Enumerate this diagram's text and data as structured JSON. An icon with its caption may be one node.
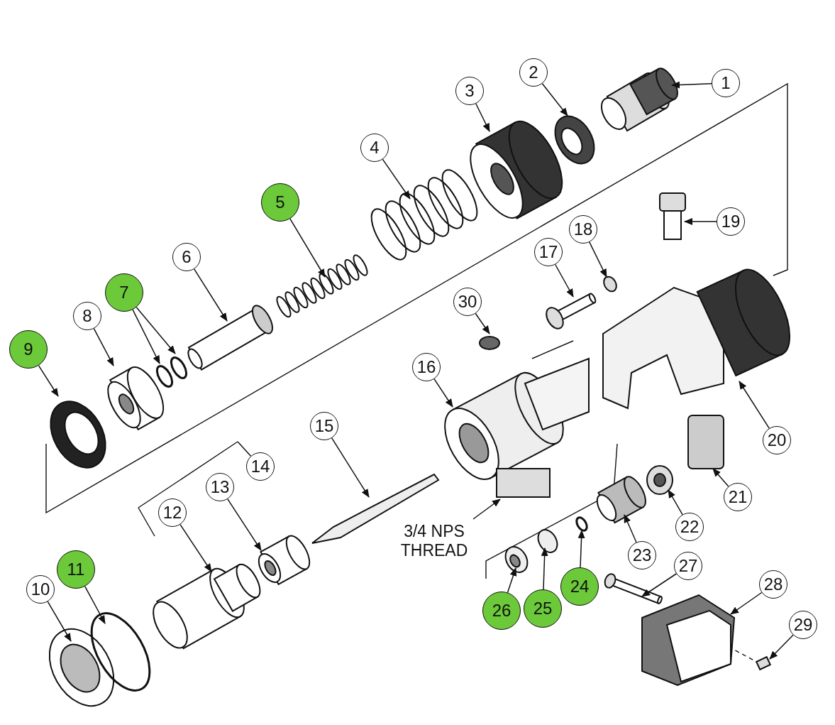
{
  "diagram": {
    "nodes": [
      {
        "text": [
          "1"
        ]
      },
      {
        "text": [
          "2"
        ]
      },
      {
        "text": [
          "3"
        ]
      },
      {
        "text": [
          "4"
        ]
      },
      {
        "text": [
          "5"
        ]
      },
      {
        "text": [
          "6"
        ]
      },
      {
        "text": [
          "7"
        ]
      },
      {
        "text": [
          "8"
        ]
      },
      {
        "text": [
          "9"
        ]
      },
      {
        "text": [
          "10"
        ]
      },
      {
        "text": [
          "11"
        ]
      },
      {
        "text": [
          "12"
        ]
      },
      {
        "text": [
          "13"
        ]
      },
      {
        "text": [
          "14"
        ]
      },
      {
        "text": [
          "15"
        ]
      },
      {
        "text": [
          "16"
        ]
      },
      {
        "text": [
          "17"
        ]
      },
      {
        "text": [
          "18"
        ]
      },
      {
        "text": [
          "19"
        ]
      },
      {
        "text": [
          "20"
        ]
      },
      {
        "text": [
          "21"
        ]
      },
      {
        "text": [
          "22"
        ]
      },
      {
        "text": [
          "23"
        ]
      },
      {
        "text": [
          "24"
        ]
      },
      {
        "text": [
          "25"
        ]
      },
      {
        "text": [
          "26"
        ]
      },
      {
        "text": [
          "27"
        ]
      },
      {
        "text": [
          "28"
        ]
      },
      {
        "text": [
          "29"
        ]
      },
      {
        "text": [
          "30"
        ]
      },
      {
        "text": [
          "3/4 NPS THREAD"
        ]
      }
    ],
    "edges": [
      {
        "from": 0,
        "to": null,
        "arrow": "to"
      },
      {
        "from": 1,
        "to": null,
        "arrow": "to"
      },
      {
        "from": 2,
        "to": null,
        "arrow": "to"
      },
      {
        "from": 3,
        "to": null,
        "arrow": "to"
      },
      {
        "from": 4,
        "to": null,
        "arrow": "to"
      },
      {
        "from": 5,
        "to": null,
        "arrow": "to"
      },
      {
        "from": 6,
        "to": null,
        "arrow": "to"
      },
      {
        "from": 6,
        "to": null,
        "arrow": "to"
      },
      {
        "from": 7,
        "to": null,
        "arrow": "to"
      },
      {
        "from": 8,
        "to": null,
        "arrow": "to"
      },
      {
        "from": 9,
        "to": null,
        "arrow": "to"
      },
      {
        "from": 10,
        "to": null,
        "arrow": "to"
      },
      {
        "from": 11,
        "to": null,
        "arrow": "to"
      },
      {
        "from": 12,
        "to": null,
        "arrow": "to"
      },
      {
        "from": 13,
        "to": null,
        "arrow": "none"
      },
      {
        "from": 14,
        "to": null,
        "arrow": "to"
      },
      {
        "from": 15,
        "to": null,
        "arrow": "to"
      },
      {
        "from": 16,
        "to": null,
        "arrow": "to"
      },
      {
        "from": 17,
        "to": null,
        "arrow": "to"
      },
      {
        "from": 18,
        "to": null,
        "arrow": "to"
      },
      {
        "from": 19,
        "to": null,
        "arrow": "to"
      },
      {
        "from": 20,
        "to": null,
        "arrow": "to"
      },
      {
        "from": 21,
        "to": null,
        "arrow": "to"
      },
      {
        "from": 22,
        "to": null,
        "arrow": "to"
      },
      {
        "from": 23,
        "to": null,
        "arrow": "to"
      },
      {
        "from": 24,
        "to": null,
        "arrow": "to"
      },
      {
        "from": 25,
        "to": null,
        "arrow": "to"
      },
      {
        "from": 26,
        "to": null,
        "arrow": "to"
      },
      {
        "from": 27,
        "to": null,
        "arrow": "to"
      },
      {
        "from": 28,
        "to": null,
        "arrow": "to"
      },
      {
        "from": 29,
        "to": null,
        "arrow": "to"
      },
      {
        "from": 30,
        "to": null,
        "arrow": "to"
      }
    ]
  }
}
